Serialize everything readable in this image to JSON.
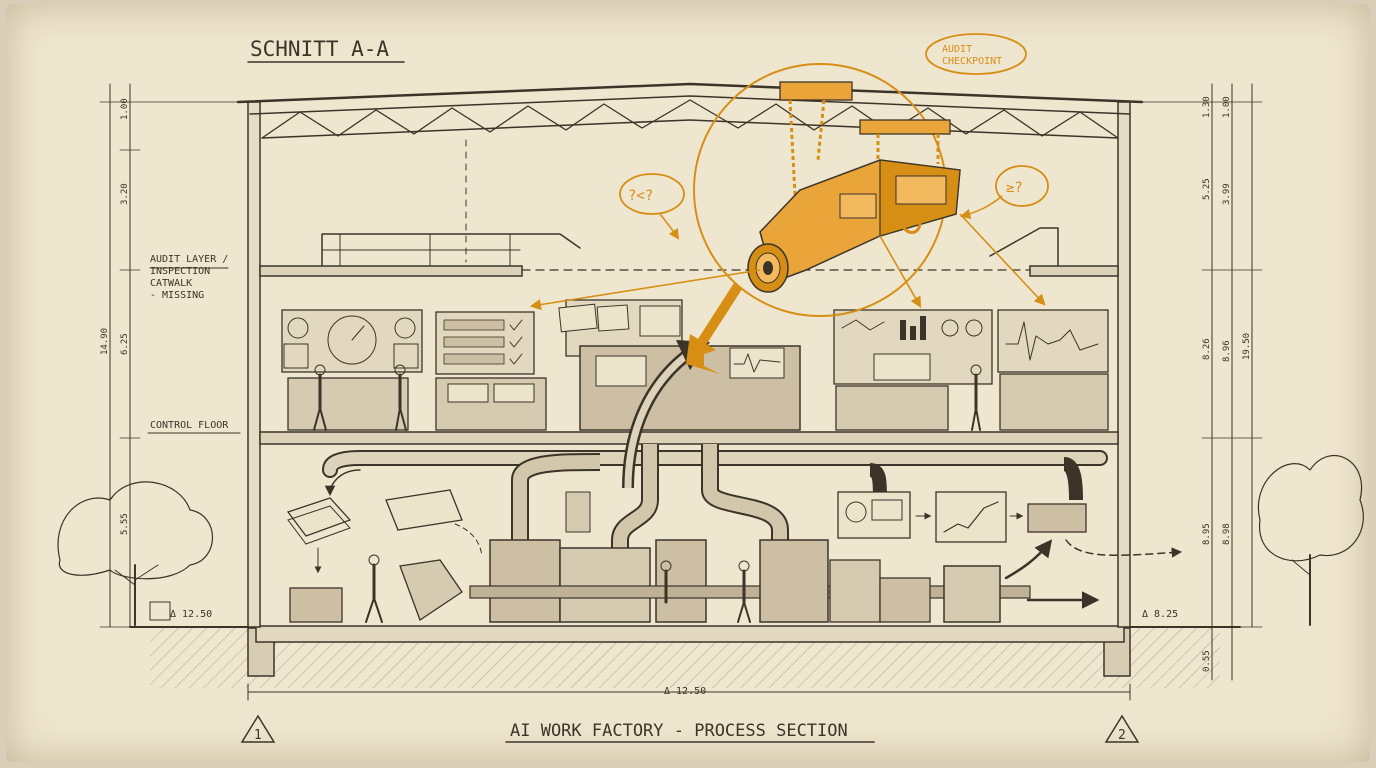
{
  "title": "SCHNITT A-A",
  "footer_title": "AI WORK FACTORY - PROCESS SECTION",
  "callout_audit": "AUDIT\nCHECKPOINT",
  "bubble_left": "?<?",
  "bubble_right": "≥?",
  "label_audit_layer": "AUDIT LAYER /\nINSPECTION\nCATWALK\n- MISSING",
  "label_control_floor": "CONTROL FLOOR",
  "level_left": "Δ 12.50",
  "level_right": "Δ 8.25",
  "dim_bottom": "Δ 12.50",
  "axis_marker_left": "1",
  "axis_marker_right": "2",
  "dims_left_outer": [
    "14.90"
  ],
  "dims_left_inner": [
    "1.00",
    "3.20",
    "6.25",
    "5.55"
  ],
  "dims_right_outer": [
    "19.50"
  ],
  "dims_right_mid": [
    "1.00",
    "3.99",
    "8.96",
    "8.98"
  ],
  "dims_right_inner": [
    "1.30",
    "5.25",
    "8.26",
    "8.95",
    "0.55"
  ],
  "colors": {
    "paper": "#efe6cf",
    "ink": "#3c3428",
    "accent": "#d68e14",
    "accent_fill": "#e9a53a",
    "machine_fill": "#cdbfa3"
  }
}
